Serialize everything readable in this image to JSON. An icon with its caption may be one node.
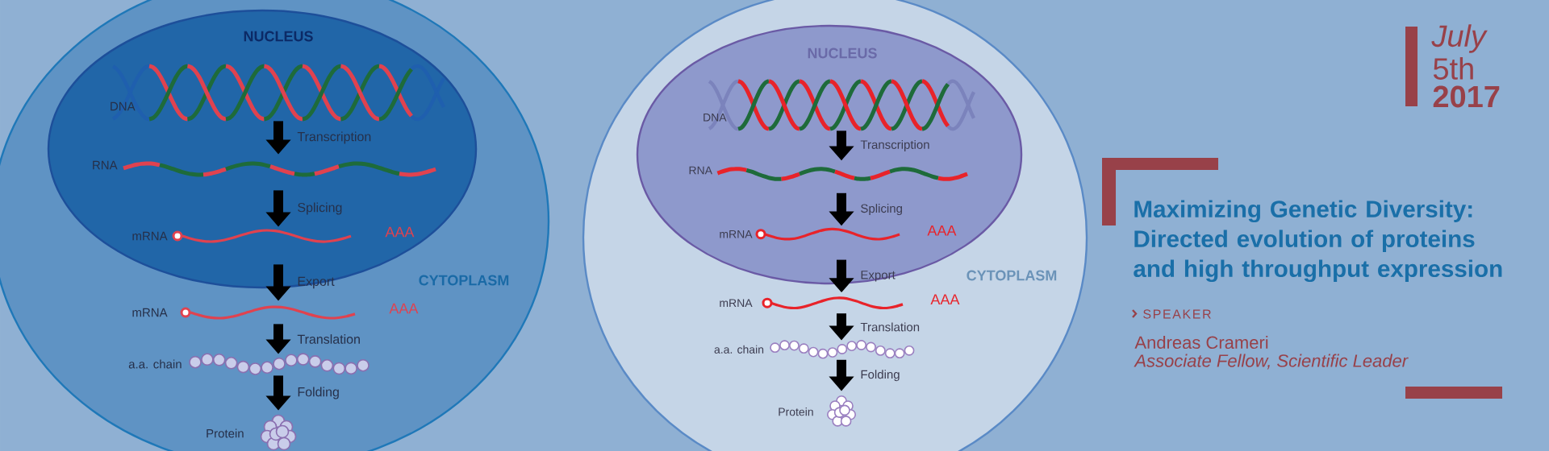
{
  "diagram": {
    "title": "Maximizing Genetic Diversity: Directed evolution of proteins and high throughput expression",
    "nodes": [
      {
        "text": [
          "CYTOPLASM"
        ]
      },
      {
        "text": [
          "NUCLEUS"
        ],
        "in": 0
      },
      {
        "text": [
          "DNA"
        ],
        "in": 1
      },
      {
        "text": [
          "RNA"
        ],
        "in": 1
      },
      {
        "text": [
          "mRNA"
        ],
        "beside": [
          "AAA"
        ],
        "in": 1
      },
      {
        "text": [
          "mRNA"
        ],
        "beside": [
          "AAA"
        ],
        "in": 0
      },
      {
        "text": [
          "a.a. chain"
        ],
        "in": 0
      },
      {
        "text": [
          "Protein"
        ],
        "in": 0
      },
      {
        "text": [
          "CYTOPLASM"
        ]
      },
      {
        "text": [
          "NUCLEUS"
        ],
        "in": 8
      },
      {
        "text": [
          "DNA"
        ],
        "in": 9
      },
      {
        "text": [
          "RNA"
        ],
        "in": 9
      },
      {
        "text": [
          "mRNA"
        ],
        "beside": [
          "AAA"
        ],
        "in": 9
      },
      {
        "text": [
          "mRNA"
        ],
        "beside": [
          "AAA"
        ],
        "in": 8
      },
      {
        "text": [
          "a.a. chain"
        ],
        "in": 8
      },
      {
        "text": [
          "Protein"
        ],
        "in": 8
      }
    ],
    "edges": [
      {
        "from": 2,
        "to": 3,
        "arrow": "to",
        "label": "Transcription"
      },
      {
        "from": 3,
        "to": 4,
        "arrow": "to",
        "label": "Splicing"
      },
      {
        "from": 4,
        "to": 5,
        "arrow": "to",
        "label": "Export"
      },
      {
        "from": 5,
        "to": 6,
        "arrow": "to",
        "label": "Translation"
      },
      {
        "from": 6,
        "to": 7,
        "arrow": "to",
        "label": "Folding"
      },
      {
        "from": 10,
        "to": 11,
        "arrow": "to",
        "label": "Transcription"
      },
      {
        "from": 11,
        "to": 12,
        "arrow": "to",
        "label": "Splicing"
      },
      {
        "from": 12,
        "to": 13,
        "arrow": "to",
        "label": "Export"
      },
      {
        "from": 13,
        "to": 14,
        "arrow": "to",
        "label": "Translation"
      },
      {
        "from": 14,
        "to": 15,
        "arrow": "to",
        "label": "Folding"
      }
    ],
    "labels": [
      "July",
      "5th",
      "2017",
      "SPEAKER",
      "Andreas Crameri",
      "Associate Fellow, Scientific Leader"
    ]
  }
}
